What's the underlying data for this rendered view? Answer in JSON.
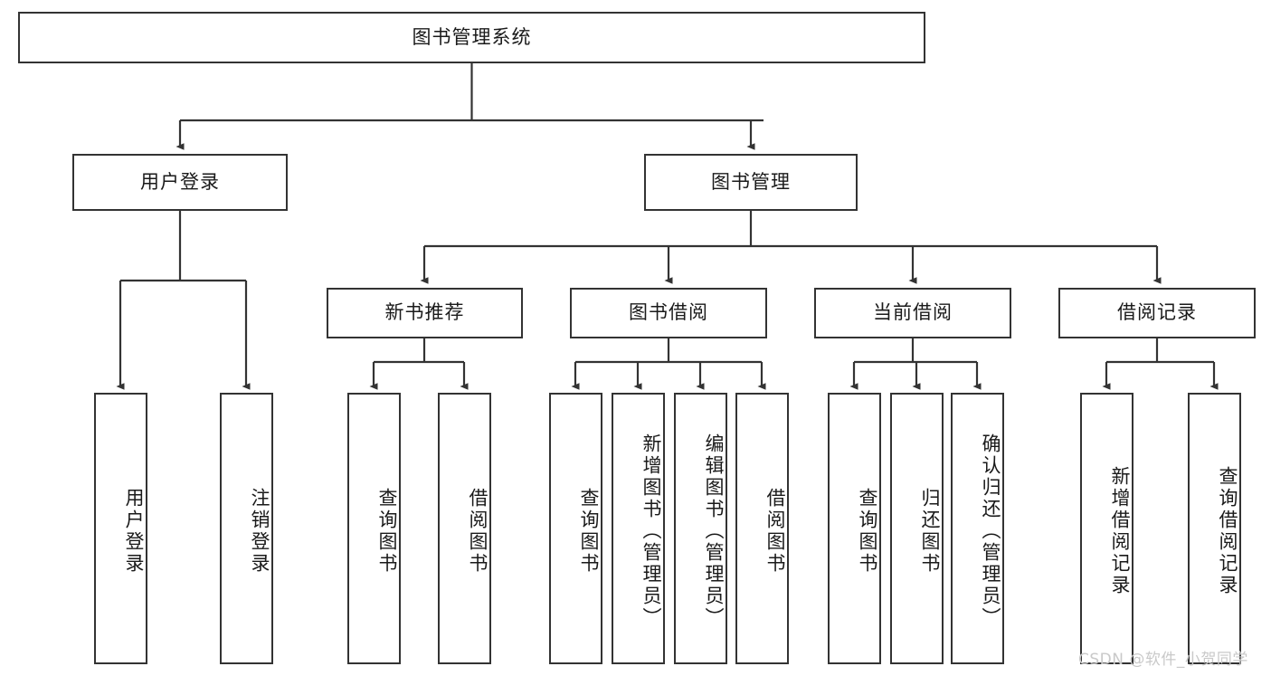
{
  "diagram": {
    "title": "图书管理系统",
    "type": "tree-hierarchy",
    "root": {
      "label": "图书管理系统",
      "id": "root"
    },
    "level2": [
      {
        "id": "user-login",
        "label": "用户登录"
      },
      {
        "id": "book-manage",
        "label": "图书管理"
      }
    ],
    "level3": [
      {
        "id": "new-book-recommend",
        "label": "新书推荐",
        "parent": "book-manage"
      },
      {
        "id": "book-borrow",
        "label": "图书借阅",
        "parent": "book-manage"
      },
      {
        "id": "current-borrow",
        "label": "当前借阅",
        "parent": "book-manage"
      },
      {
        "id": "borrow-record",
        "label": "借阅记录",
        "parent": "book-manage"
      }
    ],
    "leaves": {
      "user_login": [
        {
          "id": "leaf-user-login",
          "label": "用户登录"
        },
        {
          "id": "leaf-logout-login",
          "label": "注销登录"
        }
      ],
      "new_book_recommend": [
        {
          "id": "leaf-query-book-1",
          "label": "查询图书"
        },
        {
          "id": "leaf-borrow-book-1",
          "label": "借阅图书"
        }
      ],
      "book_borrow": [
        {
          "id": "leaf-query-book-2",
          "label": "查询图书"
        },
        {
          "id": "leaf-add-book",
          "label": "新增图书（管理员）"
        },
        {
          "id": "leaf-edit-book",
          "label": "编辑图书（管理员）"
        },
        {
          "id": "leaf-borrow-book-2",
          "label": "借阅图书"
        }
      ],
      "current_borrow": [
        {
          "id": "leaf-query-book-3",
          "label": "查询图书"
        },
        {
          "id": "leaf-return-book",
          "label": "归还图书"
        },
        {
          "id": "leaf-confirm-return",
          "label": "确认归还（管理员）"
        }
      ],
      "borrow_record": [
        {
          "id": "leaf-add-record",
          "label": "新增借阅记录"
        },
        {
          "id": "leaf-query-record",
          "label": "查询借阅记录"
        }
      ]
    }
  },
  "watermark": {
    "text": "CSDN @软件_小贺同学"
  },
  "colors": {
    "stroke": "#333333",
    "box_fill": "#ffffff",
    "text": "#1a1a1a",
    "watermark": "#c9c9c9",
    "background": "#ffffff"
  }
}
